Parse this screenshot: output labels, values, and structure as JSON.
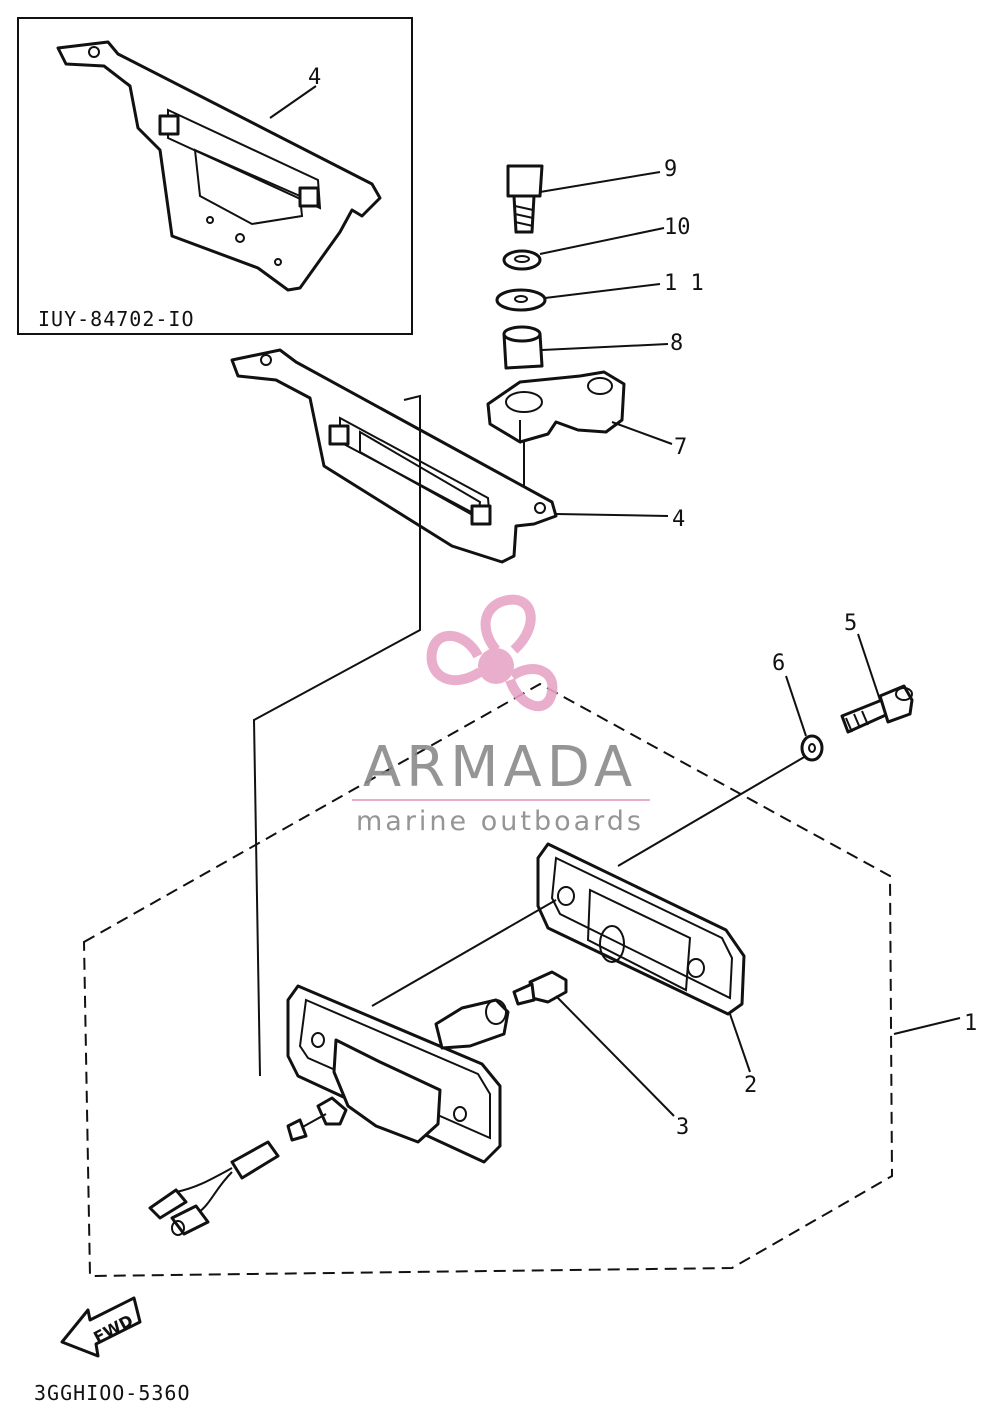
{
  "inset": {
    "code": "IUY-84702-IO"
  },
  "diagram_code": "3GGHIOO-536O",
  "fwd_label": "FWD",
  "watermark": {
    "brand": "ARMADA",
    "tagline": "marine outboards",
    "color": "#e8a6c8"
  },
  "callouts": [
    {
      "id": "inset-4",
      "label": "4"
    },
    {
      "id": "9",
      "label": "9"
    },
    {
      "id": "10",
      "label": "10"
    },
    {
      "id": "11",
      "label": "1 1"
    },
    {
      "id": "8",
      "label": "8"
    },
    {
      "id": "7",
      "label": "7"
    },
    {
      "id": "4",
      "label": "4"
    },
    {
      "id": "5",
      "label": "5"
    },
    {
      "id": "6",
      "label": "6"
    },
    {
      "id": "1",
      "label": "1"
    },
    {
      "id": "2",
      "label": "2"
    },
    {
      "id": "3",
      "label": "3"
    }
  ]
}
